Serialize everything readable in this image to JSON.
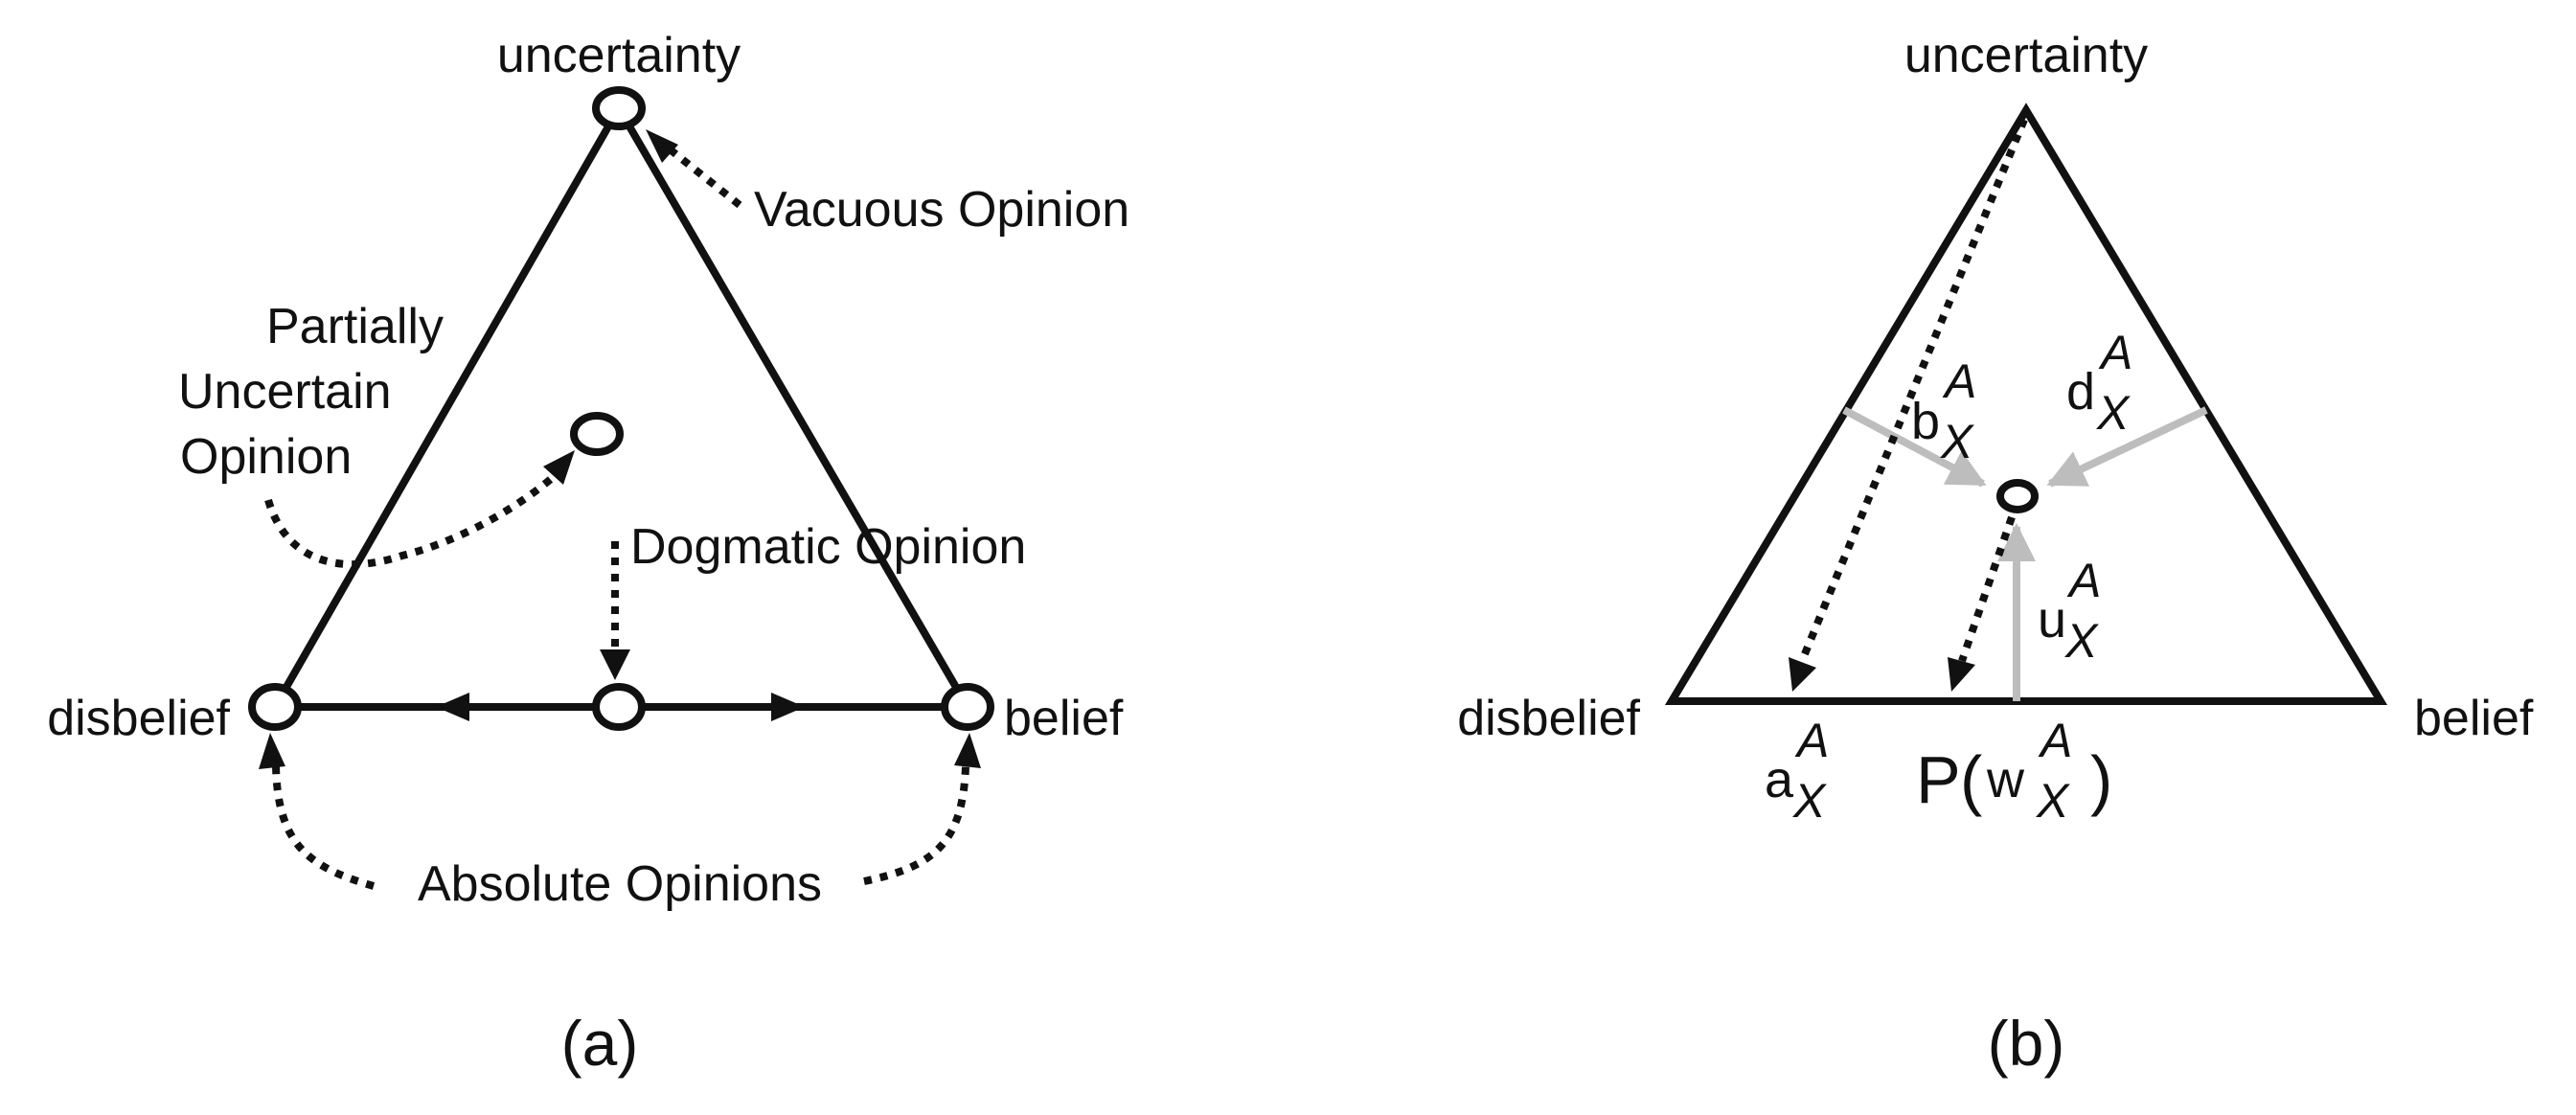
{
  "panel_a": {
    "caption": "(a)",
    "vertex_top": "uncertainty",
    "vertex_left": "disbelief",
    "vertex_right": "belief",
    "vacuous_label": "Vacuous Opinion",
    "partial_label_1": "Partially",
    "partial_label_2": "Uncertain",
    "partial_label_3": "Opinion",
    "dogmatic_label": "Dogmatic Opinion",
    "absolute_label": "Absolute Opinions"
  },
  "panel_b": {
    "caption": "(b)",
    "vertex_top": "uncertainty",
    "vertex_left": "disbelief",
    "vertex_right": "belief",
    "b_base": "b",
    "d_base": "d",
    "u_base": "u",
    "a_base": "a",
    "superscript": "A",
    "subscript": "X",
    "p_base": "P",
    "p_open": "(",
    "p_w": "w",
    "p_close": ")"
  },
  "colors": {
    "stroke": "#111111",
    "gray_arrow": "#bdbdbd"
  }
}
